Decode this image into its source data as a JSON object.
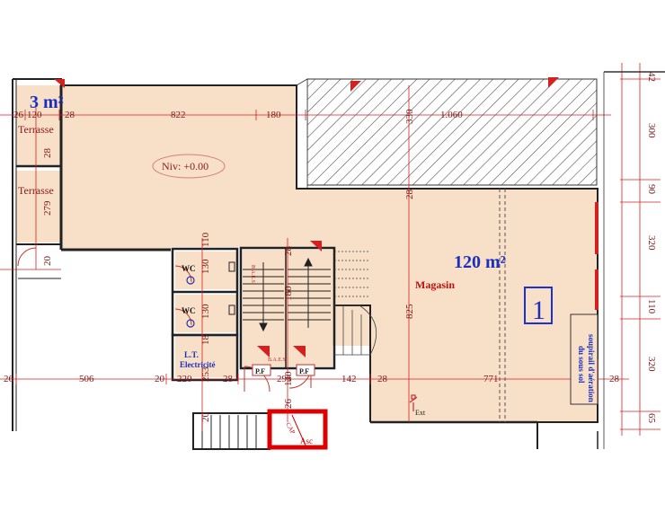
{
  "plan": {
    "area_small": "3 m²",
    "area_main": "120 m²",
    "level": "Niv: +0.00",
    "rooms": {
      "terrace_1": "Terrasse",
      "terrace_2": "Terrasse",
      "wc_1": "WC",
      "wc_2": "WC",
      "lt_1": "L.T.",
      "lt_2": "Electricité",
      "magasin": "Magasin",
      "unit_number": "1",
      "soupirail_1": "soupirail d'aération",
      "soupirail_2": "du sous sol",
      "pf_1": "P.F",
      "pf_2": "P.F",
      "baes_1": "B.A.E.S",
      "baes_2": "B.A.E.S",
      "ext": "Ext",
      "asc": "Asc",
      "cap": "CAP"
    },
    "dims_top": {
      "d26": "26",
      "d120": "120",
      "d28a": "28",
      "d822": "822",
      "d180": "180",
      "d330": "330",
      "d1060": "1.060"
    },
    "dims_bottom": {
      "d26": "26",
      "d506": "506",
      "d20": "20",
      "d220": "220",
      "d28": "28",
      "d295": "295",
      "d142": "142",
      "d28b": "28",
      "d771": "771",
      "d28c": "28"
    },
    "dims_right": {
      "d42": "42",
      "d300": "300",
      "d90": "90",
      "d320a": "320",
      "d110": "110",
      "d320b": "320",
      "d65": "65"
    },
    "dims_left": {
      "d28": "28",
      "d279": "279",
      "d20": "20"
    },
    "dims_inner": {
      "d110": "110",
      "d130a": "130",
      "d130b": "130",
      "d18": "18",
      "d28a": "28",
      "d28b": "28",
      "d825": "825",
      "d180": "180",
      "d253": "253",
      "d26": "26",
      "d140": "140",
      "d20": "20"
    }
  }
}
